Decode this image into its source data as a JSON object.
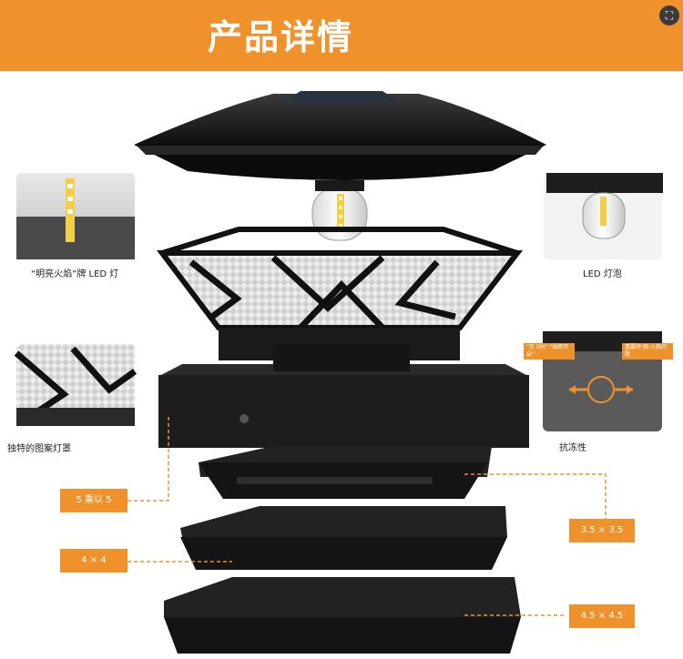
{
  "banner": {
    "title": "产品详情",
    "corner_icon": "scan-icon"
  },
  "captions": {
    "led_brand": "“明亮火焰”牌 LED 灯",
    "led_bulb": "LED 灯泡",
    "lampshade": "独特的图案灯罩",
    "antifreeze": "抗冻性"
  },
  "antifreeze_tags": {
    "left": "“在 ON” “始终开启”",
    "right": "重要特·固·火焰问 题"
  },
  "size_tags": {
    "s1": "5 乘以 5",
    "s2": "3.5 × 3.5",
    "s3": "4 × 4",
    "s4": "4.5 × 4.5"
  },
  "colors": {
    "accent": "#f0922b",
    "product": "#1c1c1c"
  }
}
